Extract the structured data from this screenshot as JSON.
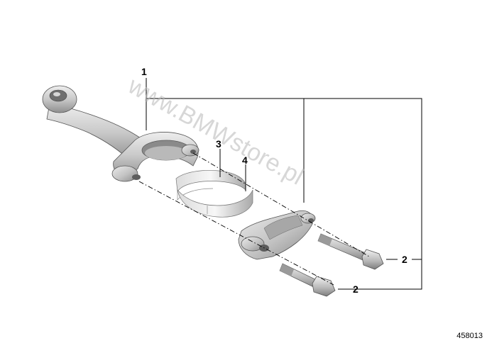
{
  "callouts": {
    "rod": "1",
    "bolts_upper": "2",
    "bolts_lower": "2",
    "shell_upper": "3",
    "shell_lower": "4"
  },
  "watermark": "www.BMWstore.pl",
  "reference_number": "458013",
  "colors": {
    "line": "#000000",
    "metal_light": "#e9e9e9",
    "metal_mid": "#c4c4c4",
    "metal_dark": "#8c8c8c",
    "watermark": "#b8b8b8"
  }
}
